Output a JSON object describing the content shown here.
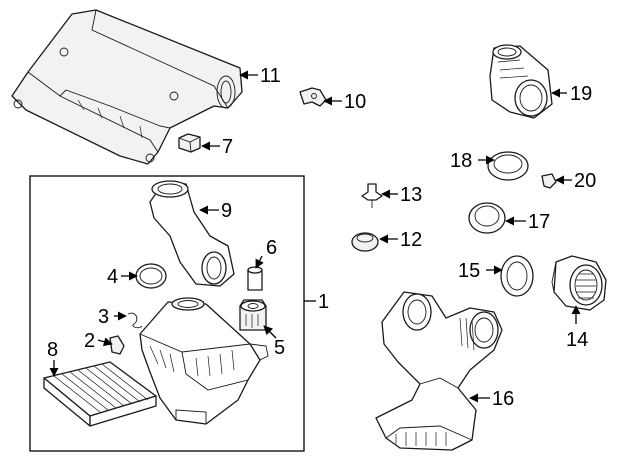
{
  "callouts": [
    {
      "id": "1",
      "label": "1"
    },
    {
      "id": "2",
      "label": "2"
    },
    {
      "id": "3",
      "label": "3"
    },
    {
      "id": "4",
      "label": "4"
    },
    {
      "id": "5",
      "label": "5"
    },
    {
      "id": "6",
      "label": "6"
    },
    {
      "id": "7",
      "label": "7"
    },
    {
      "id": "8",
      "label": "8"
    },
    {
      "id": "9",
      "label": "9"
    },
    {
      "id": "10",
      "label": "10"
    },
    {
      "id": "11",
      "label": "11"
    },
    {
      "id": "12",
      "label": "12"
    },
    {
      "id": "13",
      "label": "13"
    },
    {
      "id": "14",
      "label": "14"
    },
    {
      "id": "15",
      "label": "15"
    },
    {
      "id": "16",
      "label": "16"
    },
    {
      "id": "17",
      "label": "17"
    },
    {
      "id": "18",
      "label": "18"
    },
    {
      "id": "19",
      "label": "19"
    },
    {
      "id": "20",
      "label": "20"
    }
  ],
  "colors": {
    "line": "#1a1a1a",
    "background": "#ffffff"
  }
}
